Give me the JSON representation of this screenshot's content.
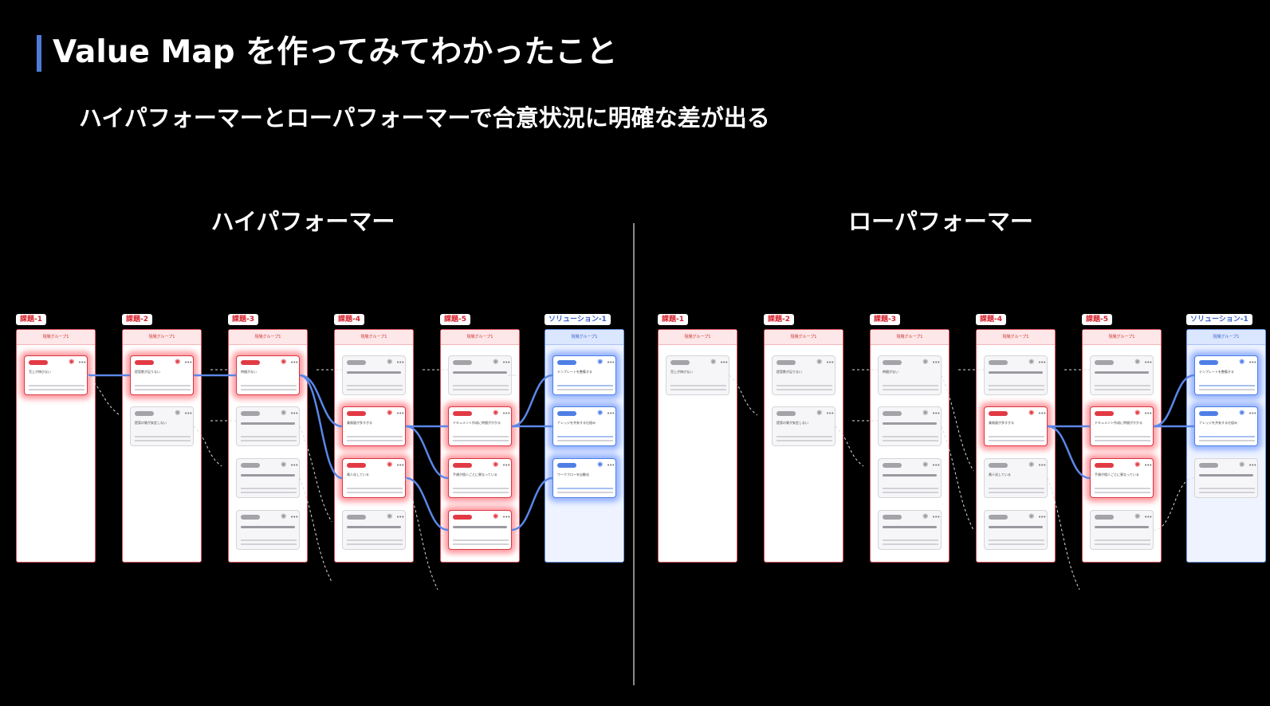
{
  "header": {
    "title": "Value Map を作ってみてわかったこと",
    "subtitle": "ハイパフォーマーとローパフォーマーで合意状況に明確な差が出る"
  },
  "colors": {
    "accent": "#4f7bd8",
    "highlight_red": "#d9353f",
    "highlight_blue": "#4d7ee3",
    "link_blue": "#5b86e8"
  },
  "panels": [
    {
      "title": "ハイパフォーマー",
      "columns": [
        {
          "label": "課題-1",
          "group": "現場グループ1",
          "type": "issue"
        },
        {
          "label": "課題-2",
          "group": "現場グループ1",
          "type": "issue"
        },
        {
          "label": "課題-3",
          "group": "現場グループ1",
          "type": "issue"
        },
        {
          "label": "課題-4",
          "group": "現場グループ1",
          "type": "issue"
        },
        {
          "label": "課題-5",
          "group": "現場グループ1",
          "type": "issue"
        },
        {
          "label": "ソリューション-1",
          "group": "現場グループ1",
          "type": "solution"
        }
      ],
      "cards": [
        {
          "col": 0,
          "row": 0,
          "state": "red",
          "text": "売上が伸びない"
        },
        {
          "col": 1,
          "row": 0,
          "state": "red",
          "text": "提案数が足りない"
        },
        {
          "col": 1,
          "row": 1,
          "state": "grey",
          "text": "提案の質が安定しない"
        },
        {
          "col": 2,
          "row": 0,
          "state": "red",
          "text": "時間がない"
        },
        {
          "col": 2,
          "row": 1,
          "state": "grey",
          "text": ""
        },
        {
          "col": 2,
          "row": 2,
          "state": "grey",
          "text": ""
        },
        {
          "col": 2,
          "row": 3,
          "state": "grey",
          "text": ""
        },
        {
          "col": 3,
          "row": 0,
          "state": "grey",
          "text": ""
        },
        {
          "col": 3,
          "row": 1,
          "state": "red",
          "text": "業務量が多すぎる"
        },
        {
          "col": 3,
          "row": 2,
          "state": "red",
          "text": "属人化している"
        },
        {
          "col": 3,
          "row": 3,
          "state": "grey",
          "text": ""
        },
        {
          "col": 4,
          "row": 0,
          "state": "grey",
          "text": ""
        },
        {
          "col": 4,
          "row": 1,
          "state": "red",
          "text": "ドキュメント作成に時間がかかる"
        },
        {
          "col": 4,
          "row": 2,
          "state": "red",
          "text": "手順が個人ごとに異なっている"
        },
        {
          "col": 4,
          "row": 3,
          "state": "red",
          "text": ""
        },
        {
          "col": 5,
          "row": 0,
          "state": "blue",
          "text": "テンプレートを整備する"
        },
        {
          "col": 5,
          "row": 1,
          "state": "blue",
          "text": "ナレッジを共有する仕組み"
        },
        {
          "col": 5,
          "row": 2,
          "state": "blue",
          "text": "ワークフローを自動化"
        }
      ]
    },
    {
      "title": "ローパフォーマー",
      "columns": [
        {
          "label": "課題-1",
          "group": "現場グループ1",
          "type": "issue"
        },
        {
          "label": "課題-2",
          "group": "現場グループ1",
          "type": "issue"
        },
        {
          "label": "課題-3",
          "group": "現場グループ1",
          "type": "issue"
        },
        {
          "label": "課題-4",
          "group": "現場グループ1",
          "type": "issue"
        },
        {
          "label": "課題-5",
          "group": "現場グループ1",
          "type": "issue"
        },
        {
          "label": "ソリューション-1",
          "group": "現場グループ1",
          "type": "solution"
        }
      ],
      "cards": [
        {
          "col": 0,
          "row": 0,
          "state": "grey",
          "text": "売上が伸びない"
        },
        {
          "col": 1,
          "row": 0,
          "state": "grey",
          "text": "提案数が足りない"
        },
        {
          "col": 1,
          "row": 1,
          "state": "grey",
          "text": "提案の質が安定しない"
        },
        {
          "col": 2,
          "row": 0,
          "state": "grey",
          "text": "時間がない"
        },
        {
          "col": 2,
          "row": 1,
          "state": "grey",
          "text": ""
        },
        {
          "col": 2,
          "row": 2,
          "state": "grey",
          "text": ""
        },
        {
          "col": 2,
          "row": 3,
          "state": "grey",
          "text": ""
        },
        {
          "col": 3,
          "row": 0,
          "state": "grey",
          "text": ""
        },
        {
          "col": 3,
          "row": 1,
          "state": "red",
          "text": "業務量が多すぎる"
        },
        {
          "col": 3,
          "row": 2,
          "state": "grey",
          "text": "属人化している"
        },
        {
          "col": 3,
          "row": 3,
          "state": "grey",
          "text": ""
        },
        {
          "col": 4,
          "row": 0,
          "state": "grey",
          "text": ""
        },
        {
          "col": 4,
          "row": 1,
          "state": "red",
          "text": "ドキュメント作成に時間がかかる"
        },
        {
          "col": 4,
          "row": 2,
          "state": "red",
          "text": "手順が個人ごとに異なっている"
        },
        {
          "col": 4,
          "row": 3,
          "state": "grey",
          "text": ""
        },
        {
          "col": 5,
          "row": 0,
          "state": "blue",
          "text": "テンプレートを整備する"
        },
        {
          "col": 5,
          "row": 1,
          "state": "blue",
          "text": "ナレッジを共有する仕組み"
        },
        {
          "col": 5,
          "row": 2,
          "state": "grey",
          "text": ""
        }
      ]
    }
  ]
}
